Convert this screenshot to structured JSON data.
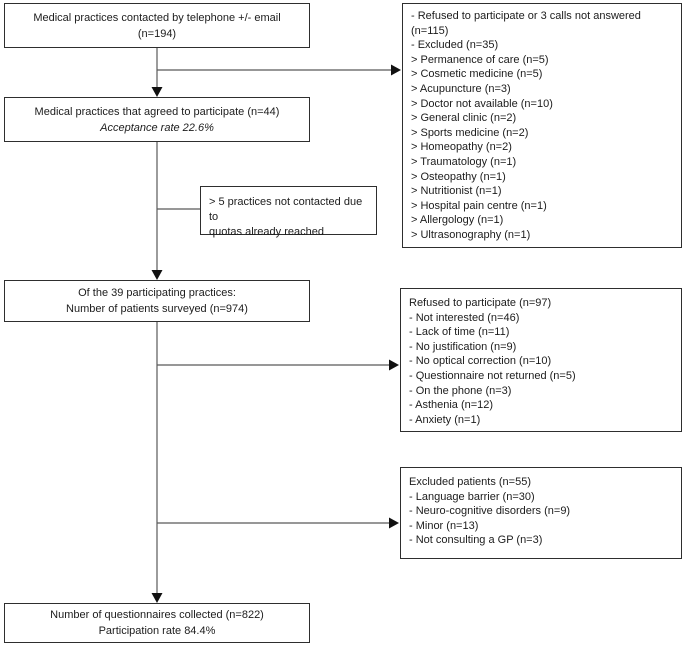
{
  "flowchart": {
    "contacted": {
      "line1": "Medical practices contacted by telephone +/- email",
      "line2": "(n=194)"
    },
    "practice_exclusions": {
      "lines": [
        "- Refused to participate or 3 calls not answered",
        "(n=115)",
        "- Excluded (n=35)",
        "> Permanence of care (n=5)",
        "> Cosmetic medicine (n=5)",
        "> Acupuncture (n=3)",
        "> Doctor not available (n=10)",
        "> General clinic (n=2)",
        "> Sports medicine (n=2)",
        "> Homeopathy (n=2)",
        "> Traumatology (n=1)",
        "> Osteopathy (n=1)",
        "> Nutritionist (n=1)",
        "> Hospital pain centre (n=1)",
        "> Allergology (n=1)",
        "> Ultrasonography (n=1)"
      ]
    },
    "agreed": {
      "line1": "Medical practices that agreed to participate (n=44)",
      "line2": "Acceptance rate 22.6%"
    },
    "quota_note": {
      "line1": "> 5 practices not contacted due to",
      "line2": "quotas already reached"
    },
    "surveyed": {
      "line1": "Of the 39 participating practices:",
      "line2": "Number of patients surveyed (n=974)"
    },
    "refused_patients": {
      "lines": [
        "Refused to participate (n=97)",
        "- Not interested (n=46)",
        "- Lack of time (n=11)",
        "- No justification (n=9)",
        "- No optical correction (n=10)",
        "- Questionnaire not returned (n=5)",
        "- On the phone (n=3)",
        "- Asthenia (n=12)",
        "- Anxiety (n=1)"
      ]
    },
    "excluded_patients": {
      "lines": [
        "Excluded patients (n=55)",
        "- Language barrier (n=30)",
        "- Neuro-cognitive disorders (n=9)",
        "- Minor (n=13)",
        "- Not consulting a GP (n=3)"
      ]
    },
    "collected": {
      "line1": "Number of questionnaires collected (n=822)",
      "line2": "Participation rate 84.4%"
    }
  },
  "colors": {
    "border": "#2e2e2e",
    "line": "#595959",
    "arrow": "#111111",
    "text": "#1c1c1c",
    "background": "#ffffff"
  }
}
